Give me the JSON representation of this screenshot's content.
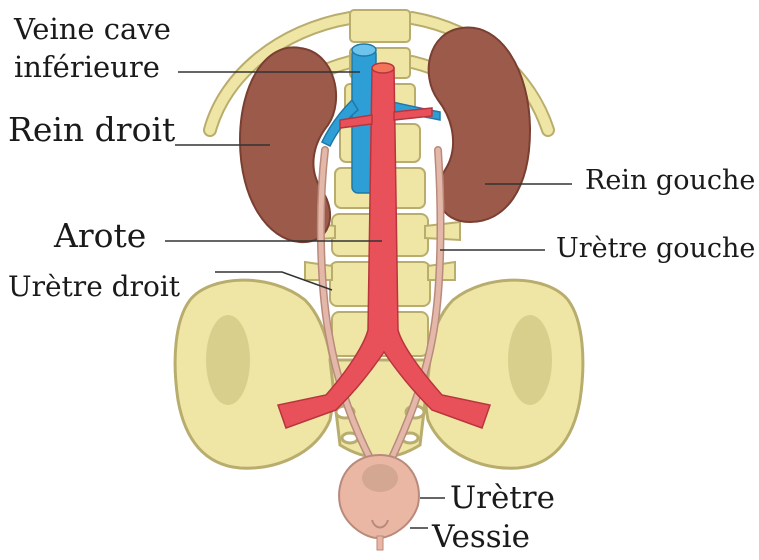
{
  "labels": {
    "veine_cave_line1": "Veine cave",
    "veine_cave_line2": "inférieure",
    "rein_droit": "Rein droit",
    "arote": "Arote",
    "uretre_droit": "Urètre droit",
    "rein_gouche": "Rein gouche",
    "uretre_gouche": "Urètre gouche",
    "uretre": "Urètre",
    "vessie": "Vessie"
  },
  "colors": {
    "bone": "#efe6a6",
    "bone_outline": "#b9ad6e",
    "kidney": "#9c5a4a",
    "artery": "#e8515a",
    "vein": "#2e9fd6",
    "ureter": "#e4b8a8",
    "bladder": "#e9b7a4",
    "leader_line": "#333333"
  }
}
